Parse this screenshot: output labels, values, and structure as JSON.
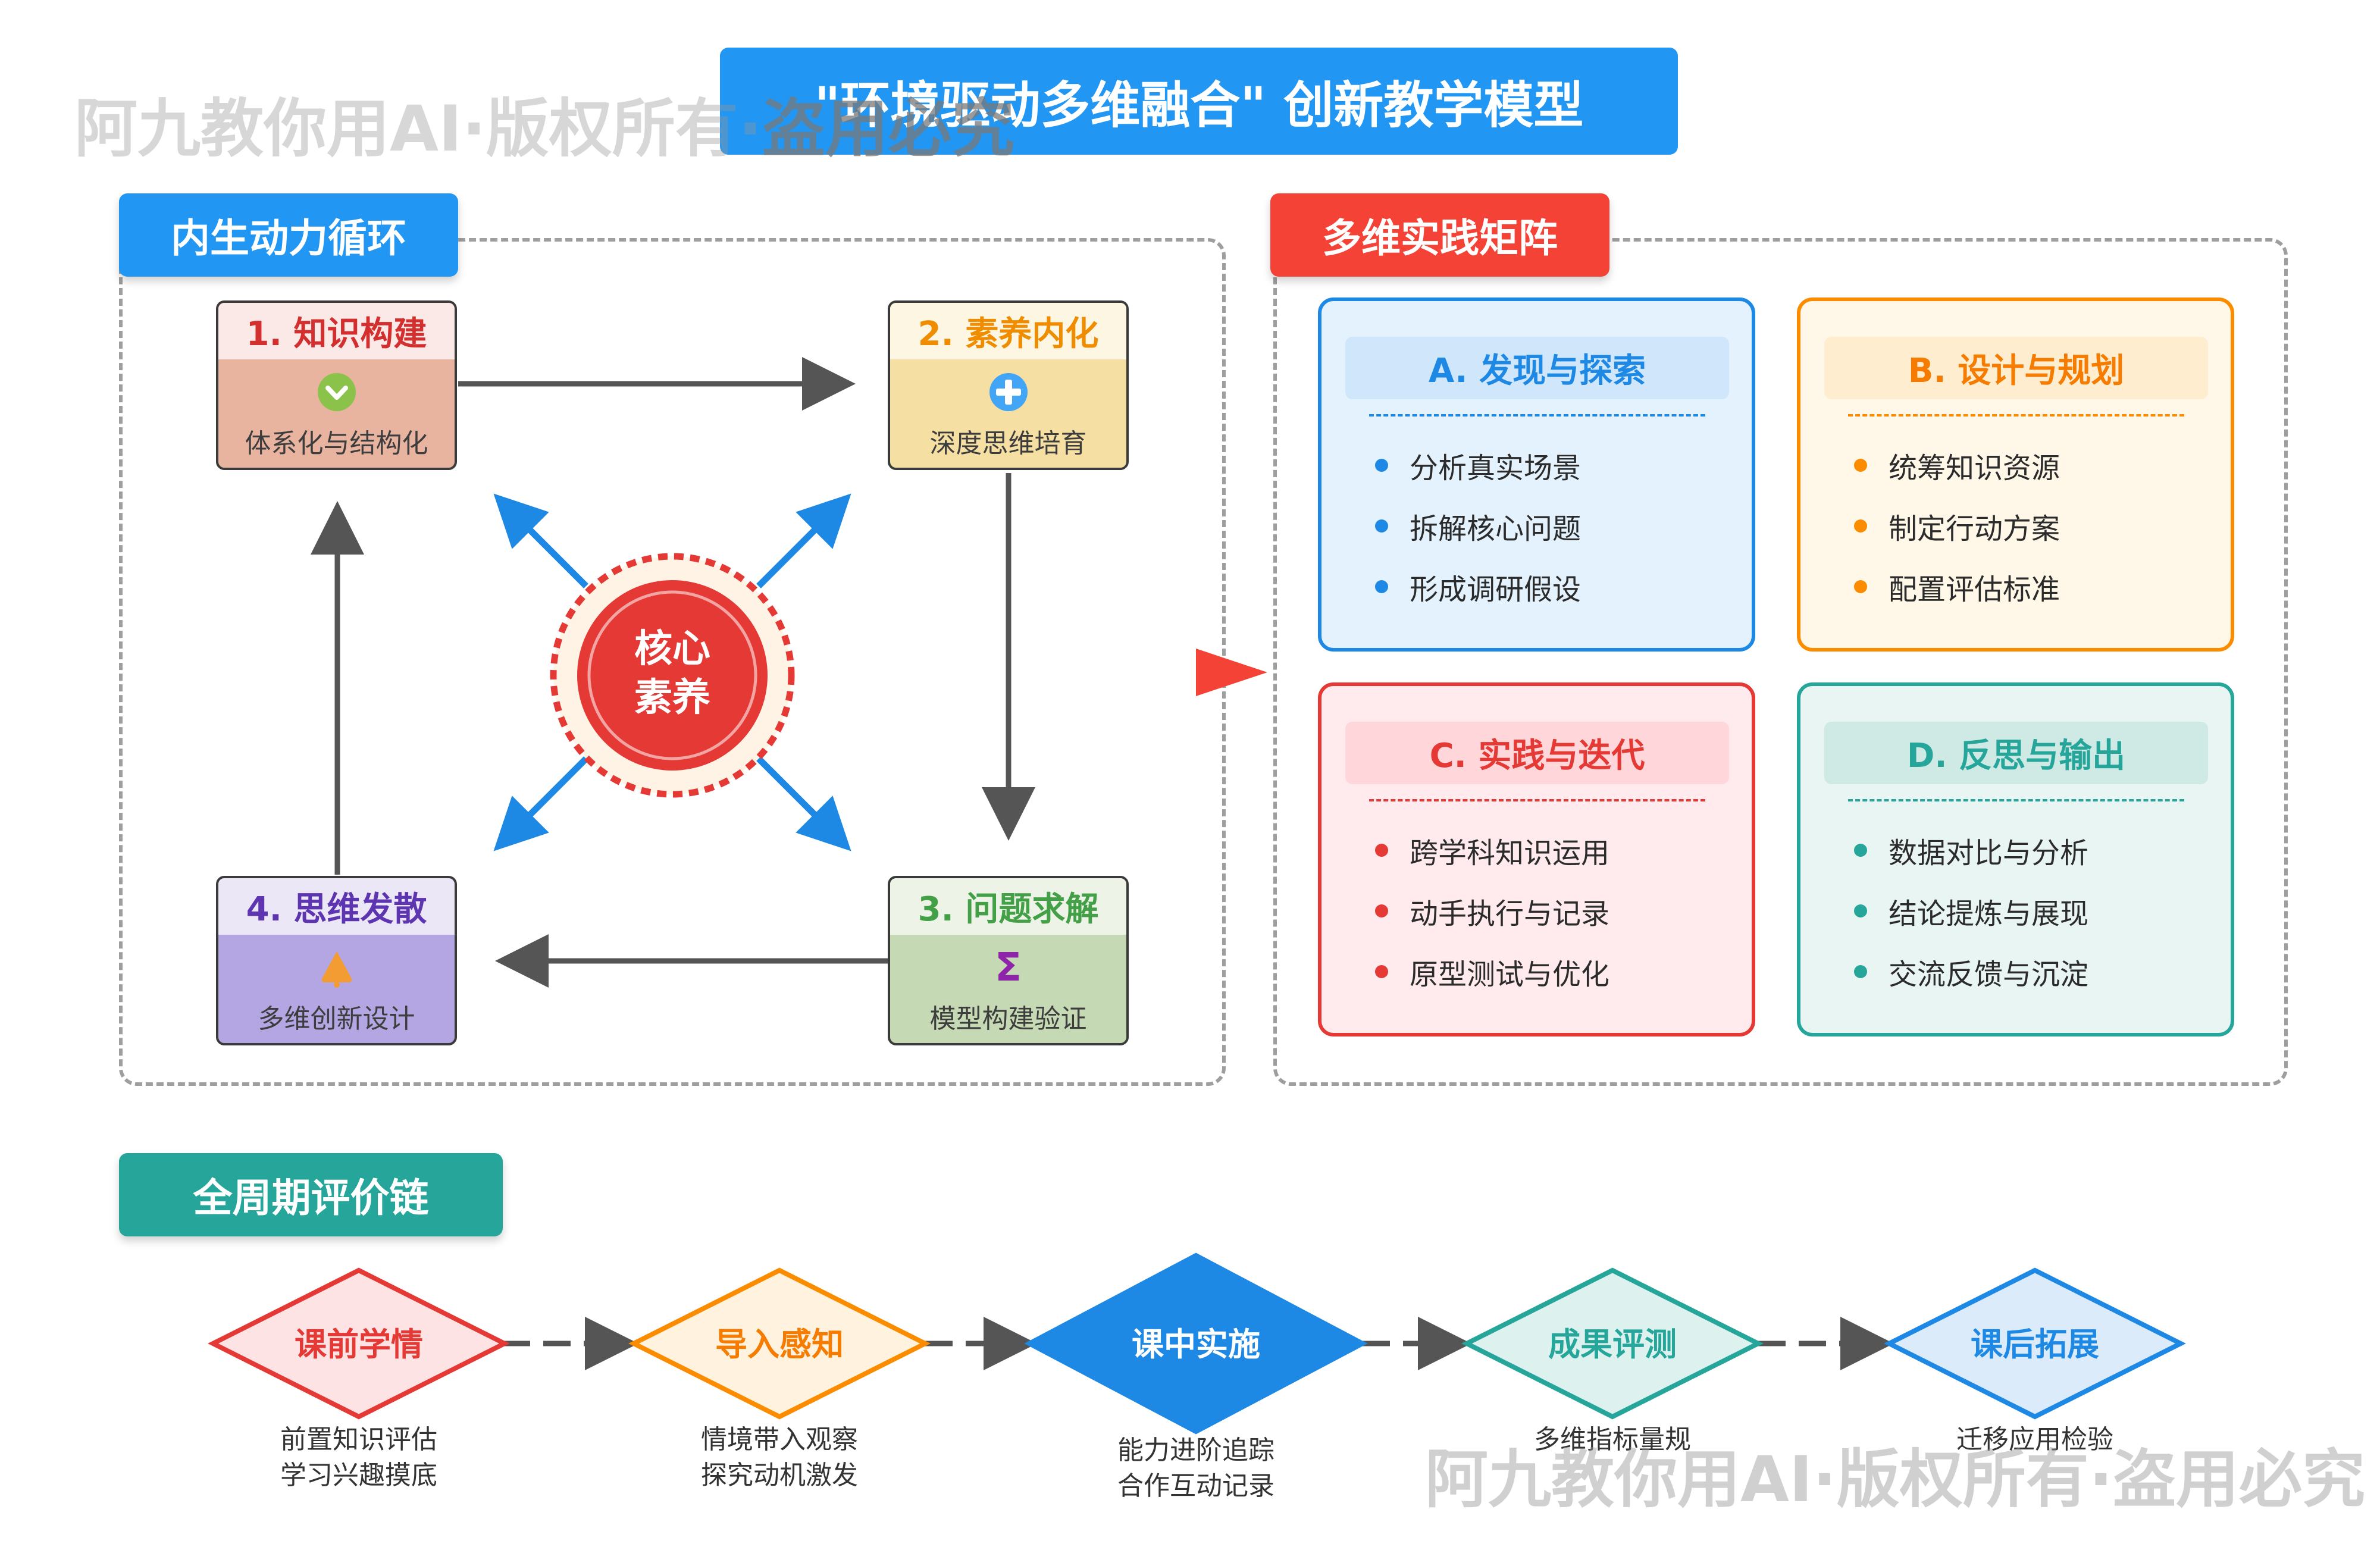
{
  "title": "\"环境驱动多维融合\" 创新教学模型",
  "watermarks": {
    "top_prefix": "阿九教你用AI·版权所有·",
    "top_strong": "盗用必究",
    "bottom": "阿九教你用AI·版权所有·盗用必究"
  },
  "cycle": {
    "label": "内生动力循环",
    "core": [
      "核心",
      "素养"
    ],
    "nodes": [
      {
        "title": "1. 知识构建",
        "text": "体系化与结构化",
        "icon": "chevron-down-icon",
        "head_bg": "#fbe9e7",
        "body_bg": "#e8b4a0",
        "title_color": "#d32f2f"
      },
      {
        "title": "2. 素养内化",
        "text": "深度思维培育",
        "icon": "plus-icon",
        "head_bg": "#fdf6e3",
        "body_bg": "#f5dfa3",
        "title_color": "#ef8c00"
      },
      {
        "title": "3. 问题求解",
        "text": "模型构建验证",
        "icon": "sigma-icon",
        "head_bg": "#eef3e7",
        "body_bg": "#c5d9b4",
        "title_color": "#43a047"
      },
      {
        "title": "4. 思维发散",
        "text": "多维创新设计",
        "icon": "bell-icon",
        "head_bg": "#ece7f6",
        "body_bg": "#b3a6e3",
        "title_color": "#5e35b1"
      }
    ]
  },
  "matrix": {
    "label": "多维实践矩阵",
    "cards": [
      {
        "title": "A. 发现与探索",
        "items": [
          "分析真实场景",
          "拆解核心问题",
          "形成调研假设"
        ],
        "accent": "#1e88e5",
        "bg": "#e3f2fd",
        "head_bg": "#cfe6fb"
      },
      {
        "title": "B. 设计与规划",
        "items": [
          "统筹知识资源",
          "制定行动方案",
          "配置评估标准"
        ],
        "accent": "#fb8c00",
        "bg": "#fff8e8",
        "head_bg": "#ffedcf"
      },
      {
        "title": "C. 实践与迭代",
        "items": [
          "跨学科知识运用",
          "动手执行与记录",
          "原型测试与优化"
        ],
        "accent": "#e53935",
        "bg": "#ffebee",
        "head_bg": "#ffd6da"
      },
      {
        "title": "D. 反思与输出",
        "items": [
          "数据对比与分析",
          "结论提炼与展现",
          "交流反馈与沉淀"
        ],
        "accent": "#26a69a",
        "bg": "#e8f5f3",
        "head_bg": "#cfe9e5"
      }
    ]
  },
  "evaluation": {
    "label": "全周期评价链",
    "steps": [
      {
        "title": "课前学情",
        "lines": [
          "前置知识评估",
          "学习兴趣摸底"
        ],
        "stroke": "#e53935",
        "fill": "#fde3e4",
        "text_color": "#e53935"
      },
      {
        "title": "导入感知",
        "lines": [
          "情境带入观察",
          "探究动机激发"
        ],
        "stroke": "#fb8c00",
        "fill": "#fff2df",
        "text_color": "#f57c00"
      },
      {
        "title": "课中实施",
        "lines": [
          "能力进阶追踪",
          "合作互动记录"
        ],
        "stroke": "#1e88e5",
        "fill": "#1e88e5",
        "text_color": "#ffffff"
      },
      {
        "title": "成果评测",
        "lines": [
          "多维指标量规",
          ""
        ],
        "stroke": "#26a69a",
        "fill": "#ddf2ee",
        "text_color": "#26a69a"
      },
      {
        "title": "课后拓展",
        "lines": [
          "迁移应用检验",
          ""
        ],
        "stroke": "#1e88e5",
        "fill": "#dcebfa",
        "text_color": "#1e88e5"
      }
    ]
  },
  "colors": {
    "title_bg": "#2196f3",
    "cycle_label_bg": "#2196f3",
    "matrix_label_bg": "#f44336",
    "eval_label_bg": "#26a69a",
    "core_red": "#e53935",
    "arrow_blue": "#1e88e5",
    "arrow_gray": "#555555"
  }
}
